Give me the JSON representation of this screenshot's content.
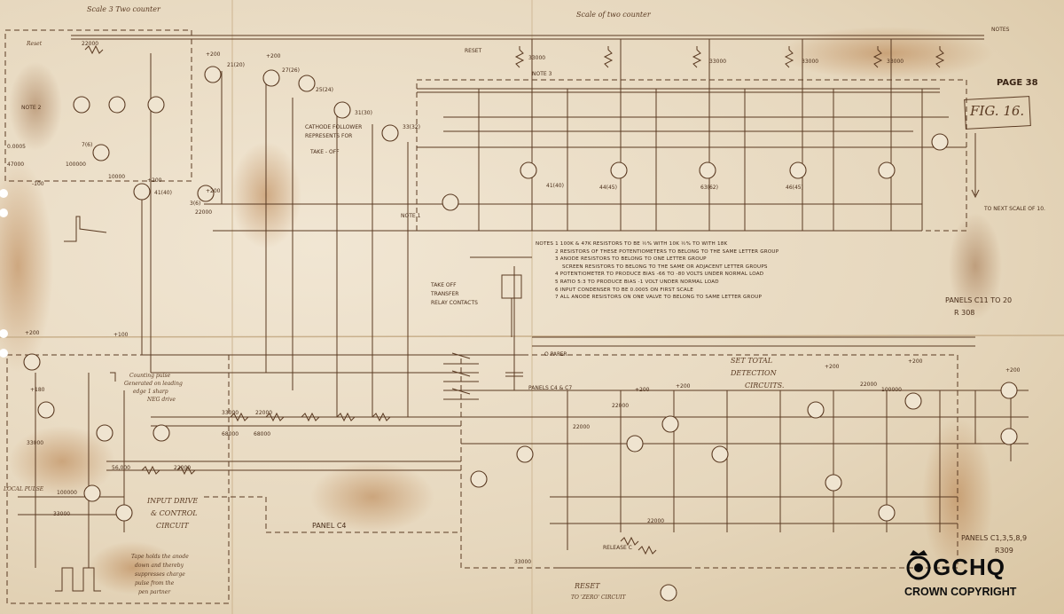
{
  "diagram": {
    "page": "PAGE 38",
    "figure": "FIG. 16.",
    "labels": {
      "top_left_title": "Scale 3 Two counter",
      "top_center_title": "Scale of two counter",
      "reset_left": "Reset",
      "reset_center": "RESET",
      "notes_ref": "NOTES",
      "cathode_follower": "CATHODE FOLLOWER",
      "cathode_follower_2": "REPRESENTS FOR",
      "take_off": "TAKE - OFF",
      "take_off_transfer": "TAKE OFF",
      "transfer": "TRANSFER",
      "relay_contacts": "RELAY CONTACTS",
      "o_paper": "O PAPER",
      "panels_c4_c7": "PANELS C4 & C7",
      "to_next_scale": "TO NEXT SCALE OF 10.",
      "panels_c11": "PANELS C11 TO 20",
      "r308": "R 308",
      "set_total": "SET TOTAL",
      "detection": "DETECTION",
      "circuits": "CIRCUITS.",
      "counting_pulse_1": "Counting pulse",
      "counting_pulse_2": "Generated on leading",
      "counting_pulse_3": "edge 1 sharp",
      "counting_pulse_4": "NEG drive",
      "input_drive": "INPUT DRIVE",
      "and_control": "& CONTROL",
      "circuit": "CIRCUIT",
      "local_pulse": "LOCAL PULSE",
      "panel_c4": "PANEL C4",
      "panels_c1": "PANELS C1,3,5,8,9",
      "r309": "R309",
      "reset_bottom": "RESET",
      "to_zero_circuit": "TO 'ZERO' CIRCUIT",
      "release_c": "RELEASE C",
      "bottom_note_1": "Tape holds the anode",
      "bottom_note_2": "down and thereby",
      "bottom_note_3": "suppresses charge",
      "bottom_note_4": "pulse from the",
      "bottom_note_5": "pen partner",
      "v_plus_200": "+200",
      "v_plus_100": "+100",
      "v_plus_180": "+180",
      "v_minus_100": "-100",
      "r_22000": "22000",
      "r_33000": "33000",
      "r_100000": "100000",
      "r_47000": "47000",
      "r_68000": "68000",
      "r_10000": "10000",
      "r_56000": "56,000",
      "c_0005": "0.0005",
      "note1": "NOTE 1",
      "note2": "NOTE 2",
      "note3": "NOTE 3",
      "valve_21": "21(20)",
      "valve_27": "27(26)",
      "valve_25": "25(24)",
      "valve_31": "31(30)",
      "valve_33": "33(32)",
      "valve_7": "7(6)",
      "valve_41": "41(40)",
      "valve_44": "44(45)",
      "valve_63": "63(62)",
      "valve_46": "46(45)",
      "valve_3": "3(6)"
    },
    "notes": [
      "NOTES  1  100K & 47K RESISTORS TO BE ½% WITH 10K ½% TO WITH 18K",
      "2  RESISTORS OF THESE POTENTIOMETERS TO BELONG TO THE SAME LETTER GROUP",
      "3  ANODE RESISTORS TO BELONG TO ONE LETTER GROUP",
      "SCREEN RESISTORS TO BELONG TO THE SAME OR ADJACENT LETTER GROUPS",
      "4  POTENTIOMETER TO PRODUCE BIAS -66 TO -80 VOLTS UNDER NORMAL LOAD",
      "5  RATIO 5:3 TO PRODUCE BIAS -1 VOLT UNDER NORMAL LOAD",
      "6  INPUT CONDENSER TO BE 0.0005 ON FIRST SCALE",
      "7  ALL ANODE RESISTORS ON ONE VALVE TO BELONG TO SAME LETTER GROUP"
    ]
  },
  "branding": {
    "logo": "GCHQ",
    "copyright": "CROWN COPYRIGHT",
    "logo_icon": "gchq-emblem-icon"
  },
  "colors": {
    "ink": "#5a3a22",
    "paper": "#e9dcc6",
    "stain": "#b07a48"
  }
}
